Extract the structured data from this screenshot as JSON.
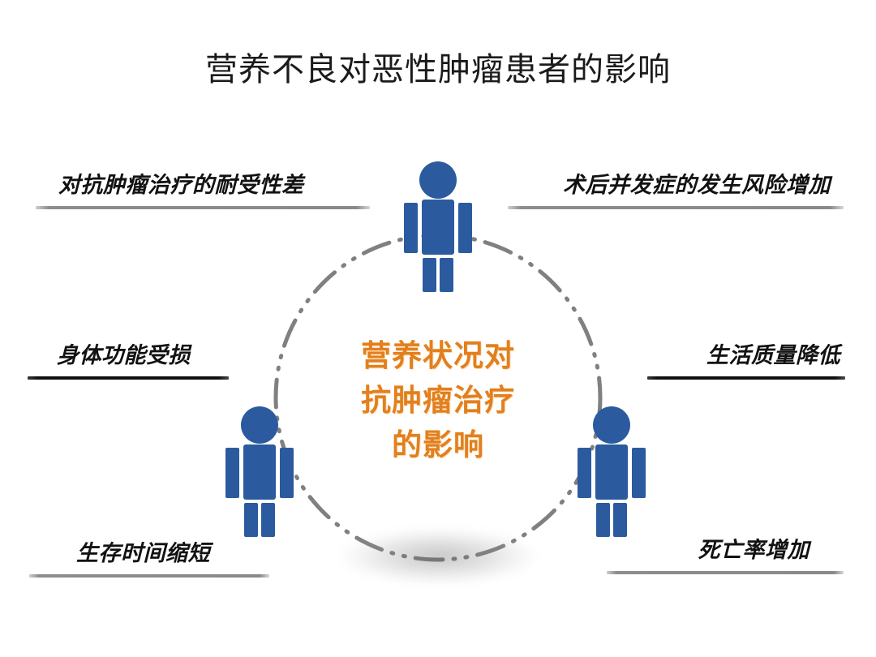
{
  "title": "营养不良对恶性肿瘤患者的影响",
  "center": {
    "line1": "营养状况对",
    "line2": "抗肿瘤治疗",
    "line3": "的影响",
    "color": "#e2801e"
  },
  "labels": {
    "top_left": "对抗肿瘤治疗的耐受性差",
    "top_right": "术后并发症的发生风险增加",
    "middle_left": "身体功能受损",
    "middle_right": "生活质量降低",
    "bottom_left": "生存时间缩短",
    "bottom_right": "死亡率增加"
  },
  "figures": {
    "top": "person-icon",
    "left": "person-icon",
    "right": "person-icon",
    "color": "#2b5b9e"
  },
  "circle": {
    "style": "dash-dot-dot",
    "color": "#808080"
  },
  "diagram_data": {
    "type": "radial-concept",
    "center_concept": "营养状况对抗肿瘤治疗的影响",
    "outcomes": [
      "对抗肿瘤治疗的耐受性差",
      "术后并发症的发生风险增加",
      "身体功能受损",
      "生活质量降低",
      "生存时间缩短",
      "死亡率增加"
    ],
    "node_count": 6,
    "icon_count": 3
  }
}
